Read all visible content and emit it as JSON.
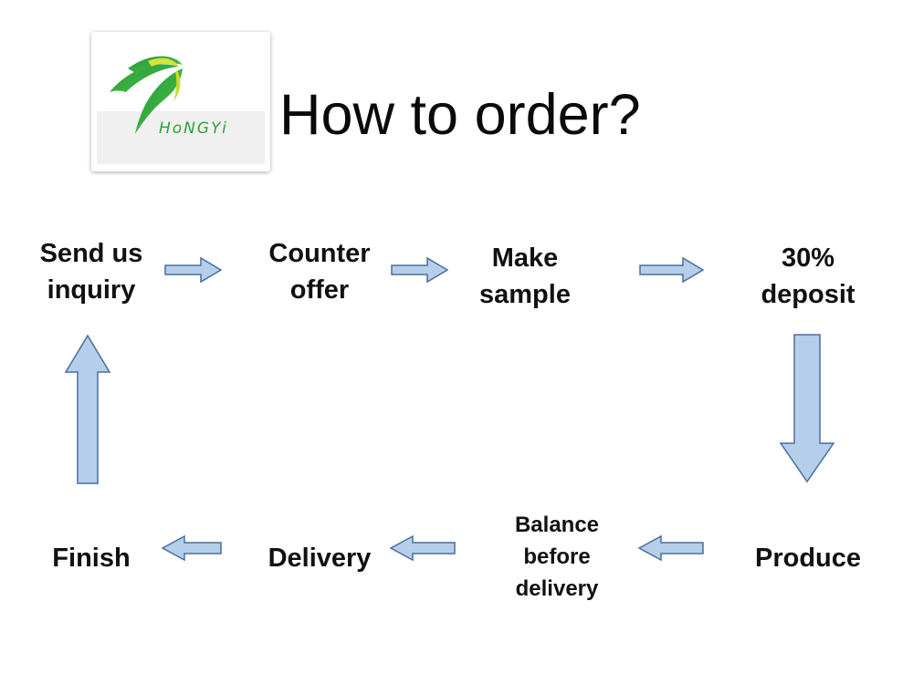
{
  "title": "How to order?",
  "logo": {
    "wordmark": "HoNGYi"
  },
  "steps": [
    {
      "id": "inquiry",
      "label": "Send us\ninquiry"
    },
    {
      "id": "counter_offer",
      "label": "Counter\noffer"
    },
    {
      "id": "make_sample",
      "label": "Make\nsample"
    },
    {
      "id": "deposit",
      "label": "30%\ndeposit"
    },
    {
      "id": "produce",
      "label": "Produce"
    },
    {
      "id": "balance",
      "label": "Balance\nbefore\ndelivery"
    },
    {
      "id": "delivery",
      "label": "Delivery"
    },
    {
      "id": "finish",
      "label": "Finish"
    }
  ],
  "flow": [
    {
      "from": "inquiry",
      "to": "counter_offer",
      "direction": "right"
    },
    {
      "from": "counter_offer",
      "to": "make_sample",
      "direction": "right"
    },
    {
      "from": "make_sample",
      "to": "deposit",
      "direction": "right"
    },
    {
      "from": "deposit",
      "to": "produce",
      "direction": "down"
    },
    {
      "from": "produce",
      "to": "balance",
      "direction": "left"
    },
    {
      "from": "balance",
      "to": "delivery",
      "direction": "left"
    },
    {
      "from": "delivery",
      "to": "finish",
      "direction": "left"
    },
    {
      "from": "finish",
      "to": "inquiry",
      "direction": "up"
    }
  ],
  "colors": {
    "arrow_fill": "#b5cfeb",
    "arrow_stroke": "#4a6f9c",
    "logo_green": "#2aa43a",
    "logo_yellow_green": "#c8dc2a",
    "text": "#111111"
  }
}
